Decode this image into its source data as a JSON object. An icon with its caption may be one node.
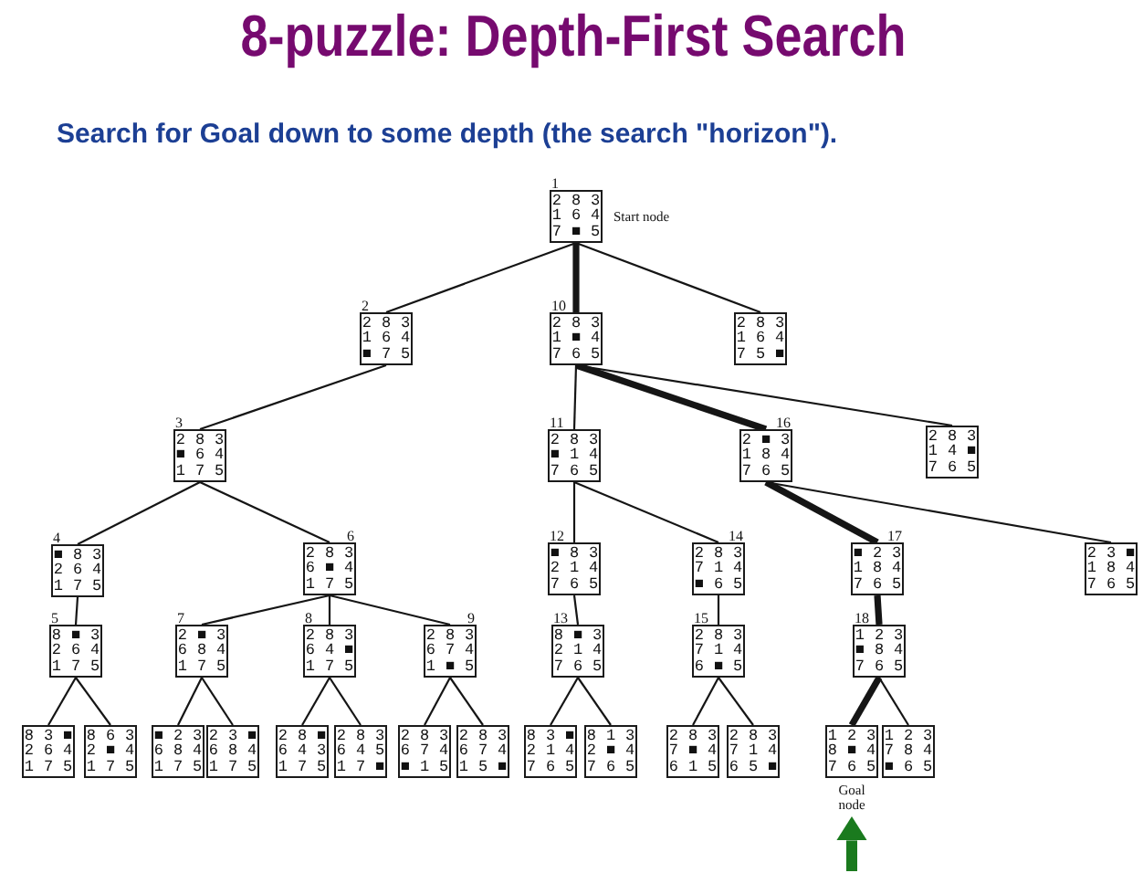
{
  "diagram": {
    "title": "8-puzzle: Depth-First Search",
    "nodes": [
      {
        "text": [
          "1",
          "2 8 3 1 6 4 7 ■ 5"
        ],
        "beside": [
          "Start node"
        ]
      },
      {
        "text": [
          "2",
          "2 8 3 1 6 4 ■ 7 5"
        ]
      },
      {
        "text": [
          "10",
          "2 8 3 1 ■ 4 7 6 5"
        ]
      },
      {
        "text": [
          "2 8 3 1 6 4 7 5 ■"
        ]
      },
      {
        "text": [
          "3",
          "2 8 3 ■ 6 4 1 7 5"
        ]
      },
      {
        "text": [
          "11",
          "2 8 3 ■ 1 4 7 6 5"
        ]
      },
      {
        "text": [
          "16",
          "2 ■ 3 1 8 4 7 6 5"
        ]
      },
      {
        "text": [
          "2 8 3 1 4 ■ 7 6 5"
        ]
      },
      {
        "text": [
          "4",
          "■ 8 3 2 6 4 1 7 5"
        ]
      },
      {
        "text": [
          "6",
          "2 8 3 6 ■ 4 1 7 5"
        ]
      },
      {
        "text": [
          "12",
          "■ 8 3 2 1 4 7 6 5"
        ]
      },
      {
        "text": [
          "14",
          "2 8 3 7 1 4 ■ 6 5"
        ]
      },
      {
        "text": [
          "17",
          "■ 2 3 1 8 4 7 6 5"
        ]
      },
      {
        "text": [
          "2 3 ■ 1 8 4 7 6 5"
        ]
      },
      {
        "text": [
          "5",
          "8 ■ 3 2 6 4 1 7 5"
        ]
      },
      {
        "text": [
          "7",
          "2 ■ 3 6 8 4 1 7 5"
        ]
      },
      {
        "text": [
          "8",
          "2 8 3 6 4 ■ 1 7 5"
        ]
      },
      {
        "text": [
          "9",
          "2 8 3 6 7 4 1 ■ 5"
        ]
      },
      {
        "text": [
          "13",
          "8 ■ 3 2 1 4 7 6 5"
        ]
      },
      {
        "text": [
          "15",
          "2 8 3 7 1 4 6 ■ 5"
        ]
      },
      {
        "text": [
          "18",
          "1 2 3 ■ 8 4 7 6 5"
        ]
      },
      {
        "text": [
          "8 3 ■ 2 6 4 1 7 5"
        ]
      },
      {
        "text": [
          "8 6 3 2 ■ 4 1 7 5"
        ]
      },
      {
        "text": [
          "■ 2 3 6 8 4 1 7 5"
        ]
      },
      {
        "text": [
          "2 3 ■ 6 8 4 1 7 5"
        ]
      },
      {
        "text": [
          "2 8 ■ 6 4 3 1 7 5"
        ]
      },
      {
        "text": [
          "2 8 3 6 4 5 1 7 ■"
        ]
      },
      {
        "text": [
          "2 8 3 6 7 4 ■ 1 5"
        ]
      },
      {
        "text": [
          "2 8 3 6 7 4 1 5 ■"
        ]
      },
      {
        "text": [
          "8 3 ■ 2 1 4 7 6 5"
        ]
      },
      {
        "text": [
          "8 1 3 2 ■ 4 7 6 5"
        ]
      },
      {
        "text": [
          "2 8 3 7 ■ 4 6 1 5"
        ]
      },
      {
        "text": [
          "2 8 3 7 1 4 6 5 ■"
        ]
      },
      {
        "text": [
          "1 2 3 8 ■ 4 7 6 5"
        ],
        "beside": [
          "Goal node"
        ]
      },
      {
        "text": [
          "1 2 3 7 8 4 ■ 6 5"
        ]
      }
    ],
    "edges": [
      {
        "from": 0,
        "to": 1,
        "arrow": "none"
      },
      {
        "from": 0,
        "to": 2,
        "arrow": "none",
        "style": "thick"
      },
      {
        "from": 0,
        "to": 3,
        "arrow": "none"
      },
      {
        "from": 1,
        "to": 4,
        "arrow": "none"
      },
      {
        "from": 2,
        "to": 5,
        "arrow": "none"
      },
      {
        "from": 2,
        "to": 6,
        "arrow": "none",
        "style": "thick"
      },
      {
        "from": 2,
        "to": 7,
        "arrow": "none"
      },
      {
        "from": 4,
        "to": 8,
        "arrow": "none"
      },
      {
        "from": 4,
        "to": 9,
        "arrow": "none"
      },
      {
        "from": 5,
        "to": 10,
        "arrow": "none"
      },
      {
        "from": 5,
        "to": 11,
        "arrow": "none"
      },
      {
        "from": 6,
        "to": 12,
        "arrow": "none",
        "style": "thick"
      },
      {
        "from": 6,
        "to": 13,
        "arrow": "none"
      },
      {
        "from": 8,
        "to": 14,
        "arrow": "none"
      },
      {
        "from": 9,
        "to": 15,
        "arrow": "none"
      },
      {
        "from": 9,
        "to": 16,
        "arrow": "none"
      },
      {
        "from": 9,
        "to": 17,
        "arrow": "none"
      },
      {
        "from": 10,
        "to": 18,
        "arrow": "none"
      },
      {
        "from": 11,
        "to": 19,
        "arrow": "none"
      },
      {
        "from": 12,
        "to": 20,
        "arrow": "none",
        "style": "thick"
      },
      {
        "from": 14,
        "to": 21,
        "arrow": "none"
      },
      {
        "from": 14,
        "to": 22,
        "arrow": "none"
      },
      {
        "from": 15,
        "to": 23,
        "arrow": "none"
      },
      {
        "from": 15,
        "to": 24,
        "arrow": "none"
      },
      {
        "from": 16,
        "to": 25,
        "arrow": "none"
      },
      {
        "from": 16,
        "to": 26,
        "arrow": "none"
      },
      {
        "from": 17,
        "to": 27,
        "arrow": "none"
      },
      {
        "from": 17,
        "to": 28,
        "arrow": "none"
      },
      {
        "from": 18,
        "to": 29,
        "arrow": "none"
      },
      {
        "from": 18,
        "to": 30,
        "arrow": "none"
      },
      {
        "from": 19,
        "to": 31,
        "arrow": "none"
      },
      {
        "from": 19,
        "to": 32,
        "arrow": "none"
      },
      {
        "from": 20,
        "to": 33,
        "arrow": "none",
        "style": "thick"
      },
      {
        "from": 20,
        "to": 34,
        "arrow": "none"
      },
      {
        "from": null,
        "to": 33,
        "arrow": "to",
        "style": "thick",
        "color": "#1a7a1e"
      }
    ],
    "labels": [
      "Search for Goal down to some depth (the search \"horizon\")."
    ]
  }
}
